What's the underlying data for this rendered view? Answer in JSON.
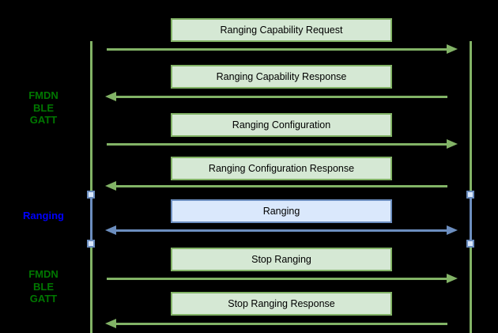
{
  "diagram": {
    "kind": "sequence-diagram",
    "background_color": "#000000",
    "side_labels": [
      {
        "id": "fmdn-ble-gatt-top",
        "lines": [
          "FMDN",
          "BLE",
          "GATT"
        ],
        "color": "#007700"
      },
      {
        "id": "ranging-phase",
        "lines": [
          "Ranging"
        ],
        "color": "#0000ff"
      },
      {
        "id": "fmdn-ble-gatt-bottom",
        "lines": [
          "FMDN",
          "BLE",
          "GATT"
        ],
        "color": "#007700"
      }
    ],
    "lifelines": [
      {
        "id": "left",
        "color": "#82b366",
        "ranging_segment_color": "#6c8ebf"
      },
      {
        "id": "right",
        "color": "#82b366",
        "ranging_segment_color": "#6c8ebf"
      }
    ],
    "messages": [
      {
        "label": "Ranging Capability Request",
        "direction": "right",
        "theme": "green"
      },
      {
        "label": "Ranging Capability Response",
        "direction": "left",
        "theme": "green"
      },
      {
        "label": "Ranging Configuration",
        "direction": "right",
        "theme": "green"
      },
      {
        "label": "Ranging Configuration Response",
        "direction": "left",
        "theme": "green"
      },
      {
        "label": "Ranging",
        "direction": "both",
        "theme": "blue"
      },
      {
        "label": "Stop Ranging",
        "direction": "right",
        "theme": "green"
      },
      {
        "label": "Stop Ranging Response",
        "direction": "left",
        "theme": "green"
      }
    ],
    "colors": {
      "green_stroke": "#82b366",
      "green_fill": "#d5e8d4",
      "blue_stroke": "#6c8ebf",
      "blue_fill": "#dae8fc",
      "label_green": "#007700",
      "label_blue": "#0000ff",
      "box_text": "#000000"
    }
  }
}
